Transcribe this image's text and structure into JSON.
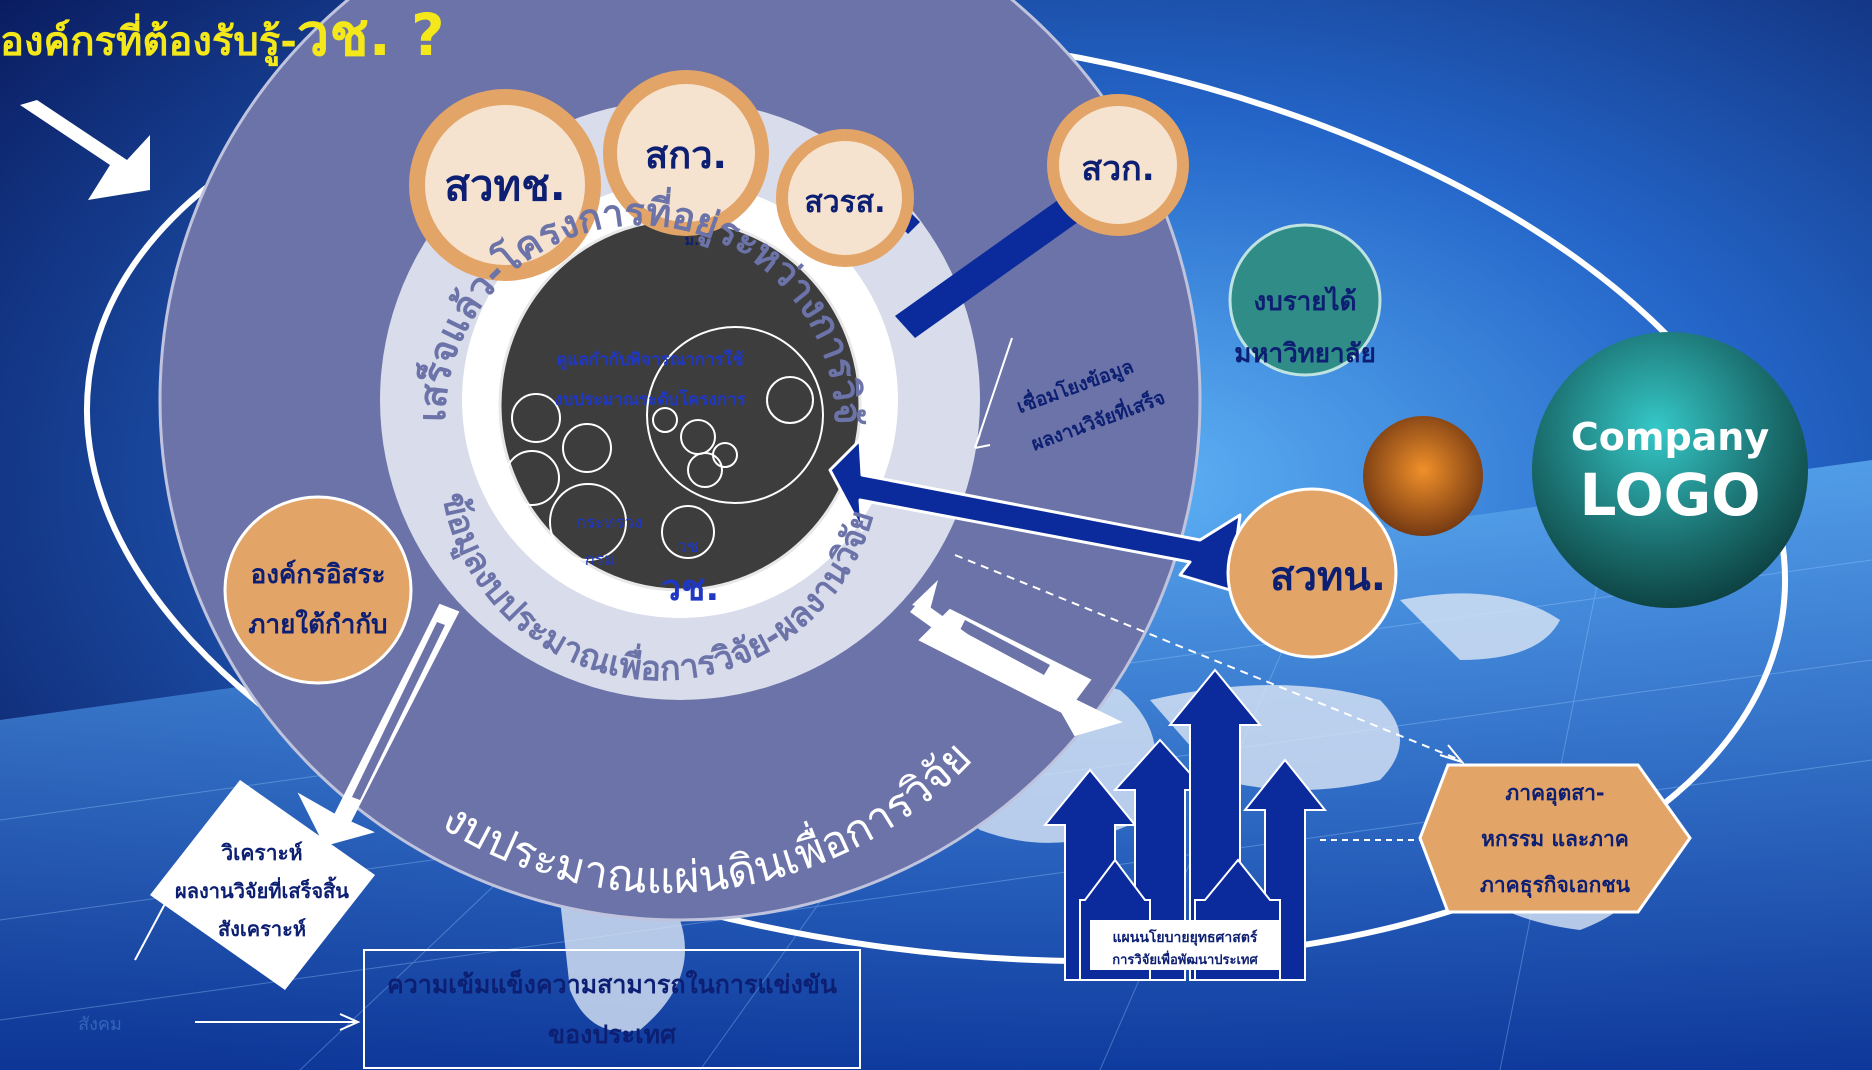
{
  "title": {
    "text": "องค์กรที่ต้องรับรู้-",
    "highlight": "วช. ?",
    "color": "#f4e81a"
  },
  "colors": {
    "background_dark": "#0a1f6b",
    "background_light": "#3f8fe0",
    "outer_ring": "#6b73a8",
    "inner_ring": "#d8dceb",
    "core": "#3d3d3d",
    "org_circle_fill": "#f6e3cf",
    "org_circle_border": "#e3a468",
    "arrow_blue": "#0b2a9c",
    "teal": "#2f8c87",
    "text_navy": "#0d1f72"
  },
  "top_orgs": [
    "สวทช.",
    "สกว.",
    "สวรส.",
    "สวก."
  ],
  "org_mini_label": "ม.",
  "inner_ring": {
    "top_text": "ที่เสร็จแล้ว-โครงการที่อยู่ระหว่างการวิจัย",
    "bottom_text": "ข้อมูลงบประมาณเพื่อการวิจัย-ผลงานวิจัย"
  },
  "outer_ring_text": "งบประมาณแผ่นดินเพื่อการวิจัย",
  "core": {
    "caption_line1": "ดูแลกำกับพิจารณาการใช้",
    "caption_line2": "งบประมาณระดับโครงการ",
    "ministry_label": "กระทรวง",
    "dept_label": "กรม",
    "abbr_label": "วช",
    "center_label": "วช."
  },
  "independent_org": {
    "line1": "องค์กรอิสระ",
    "line2": "ภายใต้กำกับ"
  },
  "university_revenue": {
    "line1": "งบรายได้",
    "line2": "มหาวิทยาลัย"
  },
  "link_label": {
    "line1": "เชื่อมโยงข้อมูล",
    "line2": "ผลงานวิจัยที่เสร็จ"
  },
  "swthn": "สวทน.",
  "logo": {
    "line1": "Company",
    "line2": "LOGO"
  },
  "analyze": {
    "line1": "วิเคราะห์",
    "line2": "ผลงานวิจัยที่เสร็จสิ้น",
    "line3": "สังเคราะห์"
  },
  "competitiveness": {
    "line1": "ความเข้มแข็งความสามารถในการแข่งขัน",
    "line2": "ของประเทศ"
  },
  "industry": {
    "line1": "ภาคอุตสา-",
    "line2": "หกรรม และภาค",
    "line3": "ภาคธุรกิจเอกชน"
  },
  "strategy": {
    "line1": "แผนนโยบายยุทธศาสตร์",
    "line2": "การวิจัยเพื่อพัฒนาประเทศ"
  },
  "bottom_left_hint": "สังคม"
}
